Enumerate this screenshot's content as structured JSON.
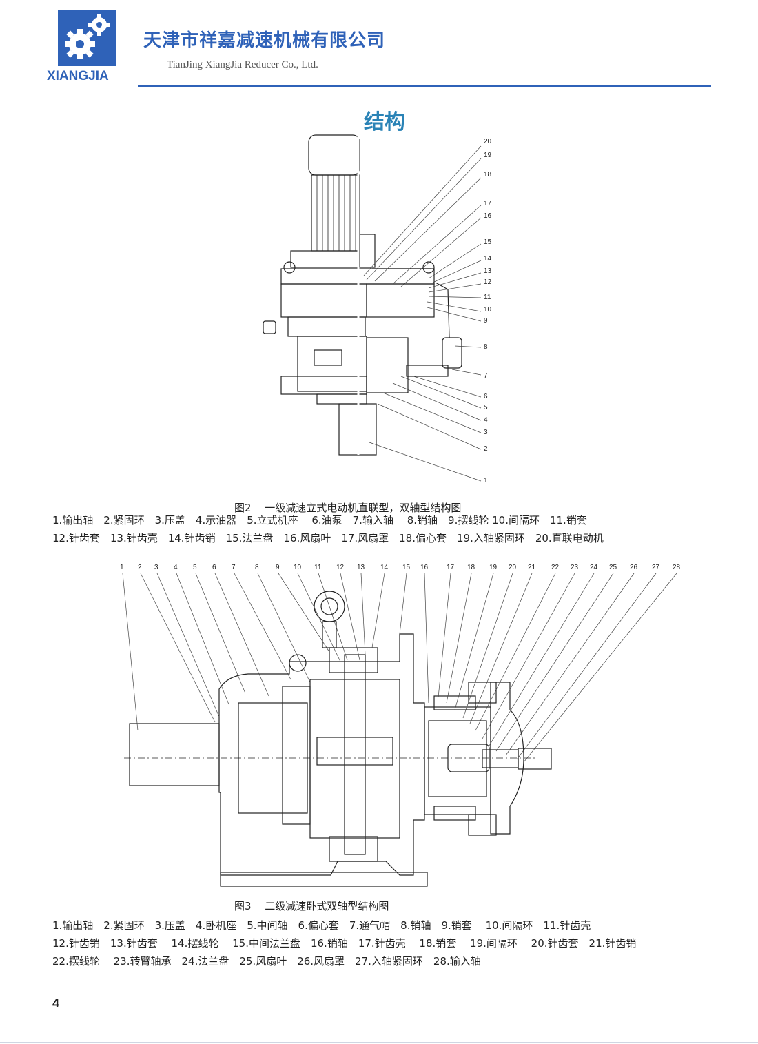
{
  "header": {
    "logo_text": "XIANGJIA",
    "company_cn": "天津市祥嘉减速机械有限公司",
    "company_en": "TianJing XiangJia Reducer Co., Ltd."
  },
  "section_title": "结构",
  "fig2": {
    "caption": "图2　 一级减速立式电动机直联型，双轴型结构图",
    "labels": [
      "20",
      "19",
      "18",
      "17",
      "16",
      "15",
      "14",
      "13",
      "12",
      "11",
      "10",
      "9",
      "8",
      "7",
      "6",
      "5",
      "4",
      "3",
      "2",
      "1"
    ],
    "parts_line1": "1.输出轴　2.紧固环　3.压盖　4.示油器　5.立式机座　 6.油泵　7.输入轴　 8.销轴　9.摆线轮 10.间隔环　11.销套",
    "parts_line2": "12.针齿套　13.针齿壳　14.针齿销　15.法兰盘　16.风扇叶　17.风扇罩　18.偏心套　19.入轴紧固环　20.直联电动机"
  },
  "fig3": {
    "caption": "图3　 二级减速卧式双轴型结构图",
    "labels": [
      "1",
      "2",
      "3",
      "4",
      "5",
      "6",
      "7",
      "8",
      "9",
      "10",
      "11",
      "12",
      "13",
      "14",
      "15",
      "16",
      "17",
      "18",
      "19",
      "20",
      "21",
      "22",
      "23",
      "24",
      "25",
      "26",
      "27",
      "28"
    ],
    "parts_line1": "1.输出轴　2.紧固环　3.压盖　4.卧机座　5.中间轴　6.偏心套　7.通气帽　8.销轴　9.销套　 10.间隔环　11.针齿壳",
    "parts_line2": "12.针齿销　13.针齿套　 14.摆线轮　 15.中间法兰盘　16.销轴　17.针齿壳　 18.销套　 19.间隔环　 20.针齿套　21.针齿销",
    "parts_line3": "22.摆线轮　 23.转臂轴承　24.法兰盘　25.风扇叶　26.风扇罩　27.入轴紧固环　28.输入轴"
  },
  "page_number": "4",
  "colors": {
    "brand": "#2f62b8",
    "title": "#2a83b6"
  }
}
